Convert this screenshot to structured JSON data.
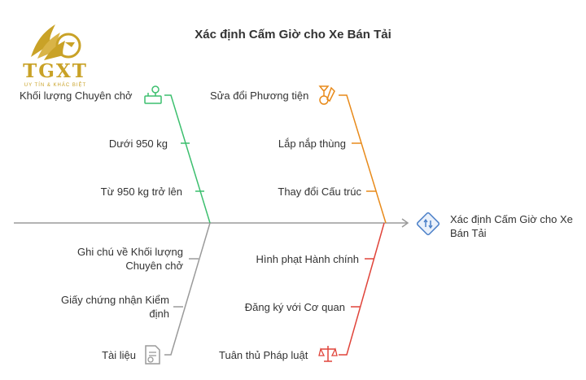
{
  "title": "Xác định Cấm Giờ cho Xe Bán Tải",
  "logo": {
    "name": "TGXT",
    "tagline": "UY TÍN & KHÁC BIỆT"
  },
  "effect": {
    "label": "Xác định Cấm Giờ cho Xe Bán Tải",
    "icon": "road-sign-icon"
  },
  "categories": {
    "top_left": {
      "label": "Khối lượng Chuyên chở",
      "icon": "scale-weight-icon",
      "color": "#3cbf6e",
      "items": [
        "Dưới 950 kg",
        "Từ 950 kg trở lên"
      ]
    },
    "top_right": {
      "label": "Sửa đổi Phương tiện",
      "icon": "tools-icon",
      "color": "#e88a1a",
      "items": [
        "Lắp nắp thùng",
        "Thay đổi Cấu trúc"
      ]
    },
    "bottom_left": {
      "label": "Tài liệu",
      "icon": "document-icon",
      "color": "#9a9a9a",
      "items": [
        "Ghi chú về Khối lượng Chuyên chở",
        "Giấy chứng nhận Kiểm định"
      ]
    },
    "bottom_right": {
      "label": "Tuân thủ Pháp luật",
      "icon": "justice-scale-icon",
      "color": "#e0443a",
      "items": [
        "Hình phạt Hành chính",
        "Đăng ký với Cơ quan"
      ]
    }
  },
  "spine_color": "#9a9a9a"
}
